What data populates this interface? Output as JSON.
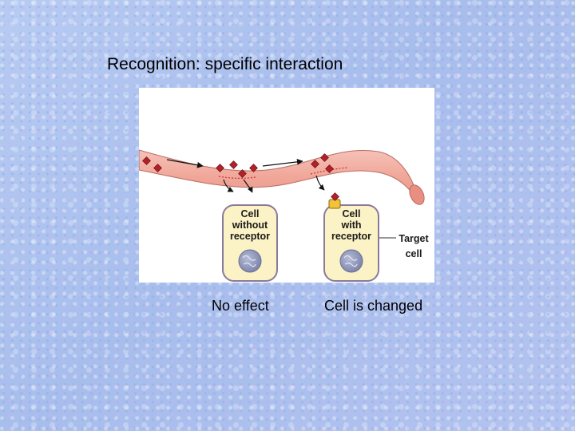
{
  "slide": {
    "title": "Recognition: specific interaction"
  },
  "diagram": {
    "left_cell": {
      "label_lines": [
        "Cell",
        "without",
        "receptor"
      ]
    },
    "right_cell": {
      "label_lines": [
        "Cell",
        "with",
        "receptor"
      ]
    },
    "target_label_lines": [
      "Target",
      "cell"
    ],
    "colors": {
      "vessel": "#f2aca0",
      "vessel_edge": "#b86b62",
      "molecule": "#b3202a",
      "cell_fill": "#fbf2c6",
      "cell_edge": "#8a7a9a",
      "nucleus": "#8890b6",
      "receptor": "#f2c23a"
    }
  },
  "captions": {
    "left": "No effect",
    "right": "Cell is changed"
  }
}
